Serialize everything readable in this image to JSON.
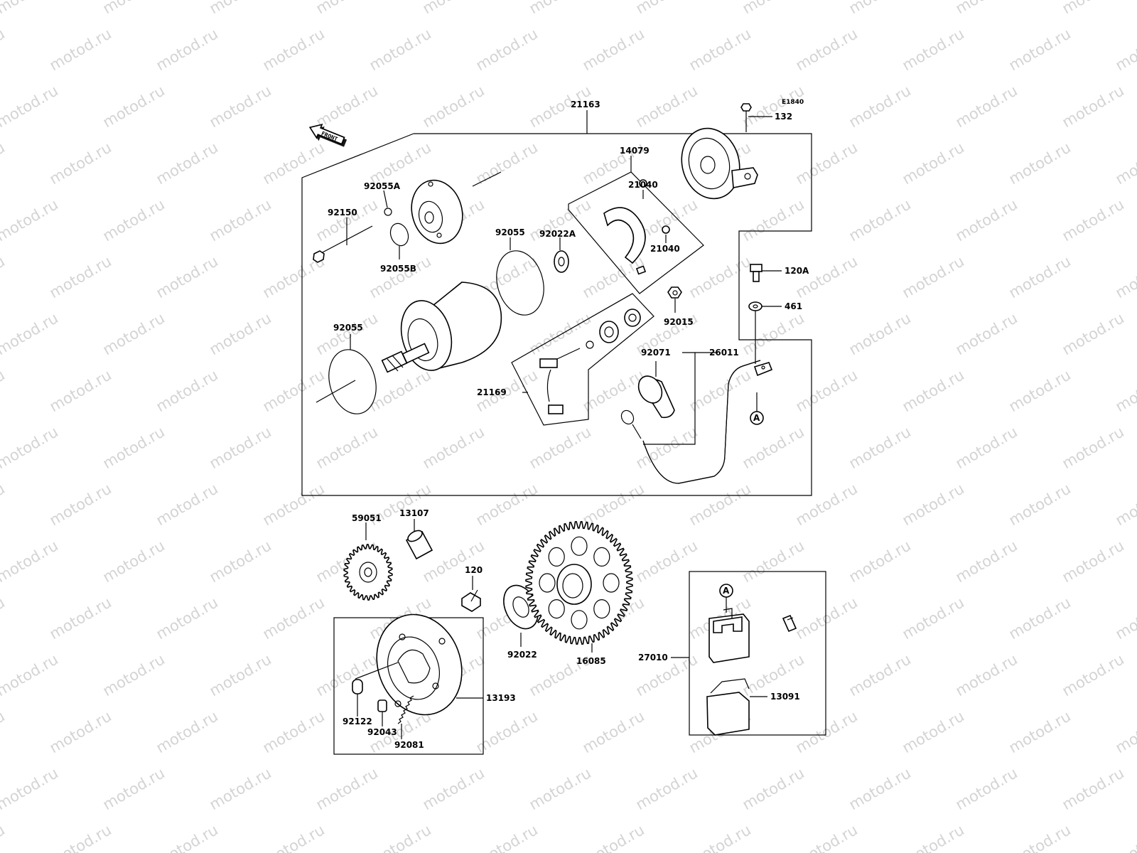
{
  "watermark": "motod.ru",
  "diagram_code": "E1840",
  "front_label": "FRONT",
  "ref_marker": "A",
  "parts": {
    "p21163": "21163",
    "p132": "132",
    "p14079": "14079",
    "p21040a": "21040",
    "p21040b": "21040",
    "p92055A": "92055A",
    "p92150": "92150",
    "p92055B": "92055B",
    "p92055a": "92055",
    "p92022A": "92022A",
    "p120A": "120A",
    "p461": "461",
    "p92015": "92015",
    "p92055b": "92055",
    "p92071": "92071",
    "p26011": "26011",
    "p21169": "21169",
    "p59051": "59051",
    "p13107": "13107",
    "p120": "120",
    "p92022": "92022",
    "p16085": "16085",
    "p13193": "13193",
    "p92122": "92122",
    "p92043": "92043",
    "p92081": "92081",
    "p27010": "27010",
    "p13091": "13091"
  }
}
